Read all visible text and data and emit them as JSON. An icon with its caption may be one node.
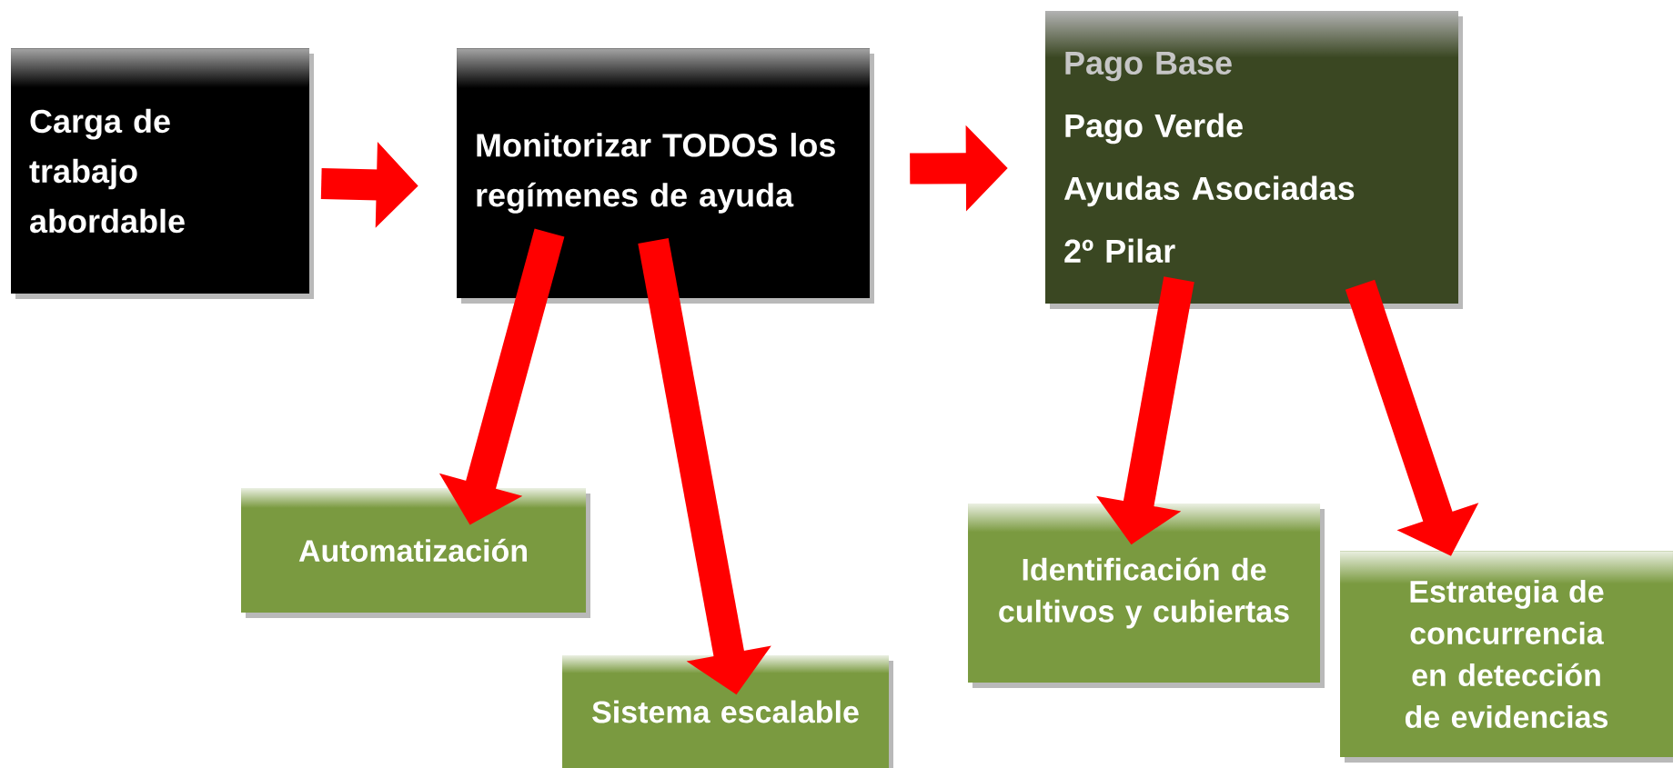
{
  "diagram": {
    "nodes": [
      {
        "text": [
          "Carga de trabajo abordable"
        ]
      },
      {
        "text": [
          "Monitorizar TODOS los regímenes de ayuda"
        ]
      },
      {
        "text": [
          "Pago Base",
          "Pago Verde",
          "Ayudas Asociadas",
          "2º Pilar"
        ]
      },
      {
        "text": [
          "Automatización"
        ]
      },
      {
        "text": [
          "Sistema escalable"
        ]
      },
      {
        "text": [
          "Identificación de cultivos y cubiertas"
        ]
      },
      {
        "text": [
          "Estrategia de concurrencia en detección de evidencias"
        ]
      }
    ],
    "edges": [
      {
        "from": 0,
        "to": 1,
        "arrow": "to"
      },
      {
        "from": 1,
        "to": 2,
        "arrow": "to"
      },
      {
        "from": 1,
        "to": 3,
        "arrow": "to"
      },
      {
        "from": 1,
        "to": 4,
        "arrow": "to"
      },
      {
        "from": 2,
        "to": 5,
        "arrow": "to"
      },
      {
        "from": 2,
        "to": 6,
        "arrow": "to"
      }
    ]
  }
}
